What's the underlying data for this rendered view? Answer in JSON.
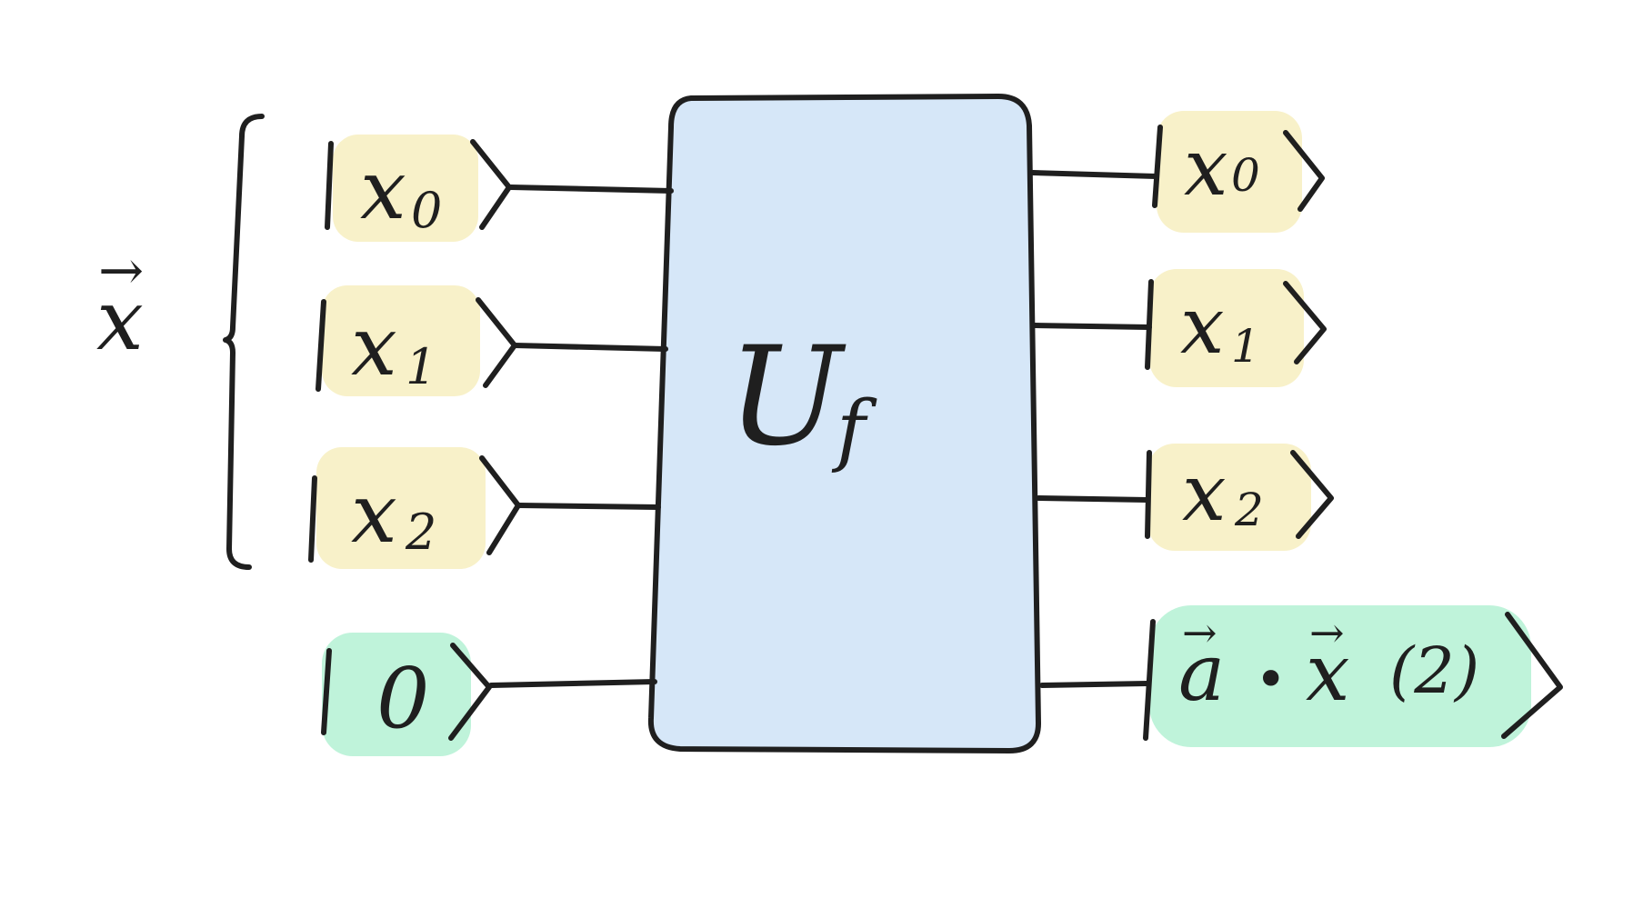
{
  "colors": {
    "input_highlight": "#f8f1c9",
    "ancilla_highlight": "#bff3da",
    "gate_fill": "#d6e7f8",
    "ink": "#1f1f1f"
  },
  "register": {
    "label_base": "x",
    "label_accent": "→"
  },
  "inputs": [
    {
      "base": "x",
      "sub": "0"
    },
    {
      "base": "x",
      "sub": "1"
    },
    {
      "base": "x",
      "sub": "2"
    }
  ],
  "ancilla_in": {
    "text": "0"
  },
  "gate": {
    "base": "U",
    "sub": "f"
  },
  "outputs": [
    {
      "base": "x",
      "sub": "0"
    },
    {
      "base": "x",
      "sub": "1"
    },
    {
      "base": "x",
      "sub": "2"
    }
  ],
  "ancilla_out": {
    "a": "a",
    "dot": "•",
    "x": "x",
    "arrow": "→",
    "mod": "(2)"
  }
}
